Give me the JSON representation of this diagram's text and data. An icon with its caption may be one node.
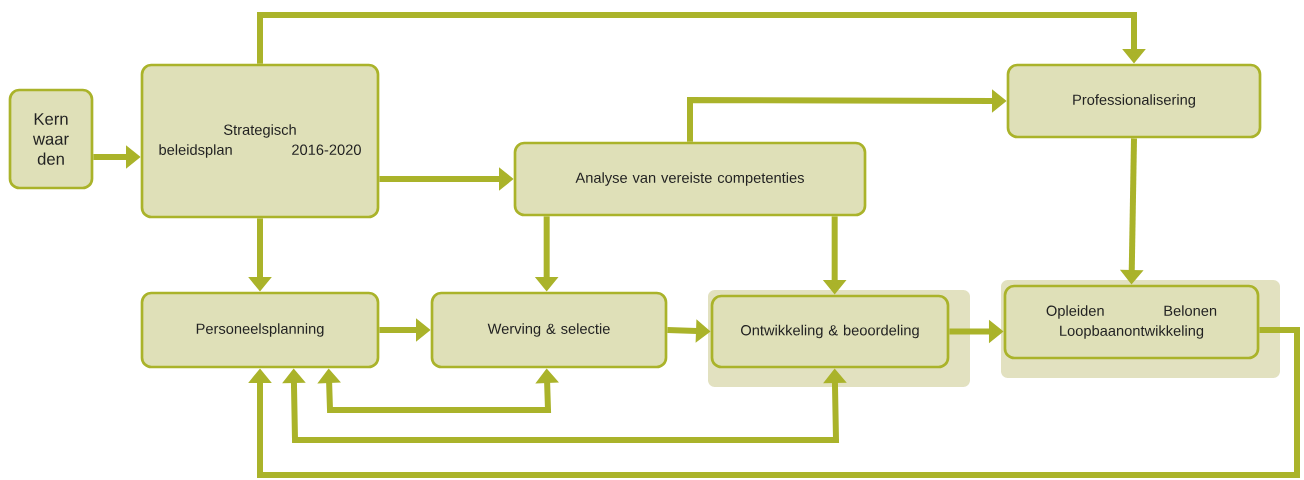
{
  "diagram": {
    "nodes": [
      {
        "text": [
          "Kern waar den"
        ]
      },
      {
        "text": [
          "Strategisch beleidsplan 2016-2020"
        ]
      },
      {
        "text": [
          "Analyse van vereiste competenties"
        ]
      },
      {
        "text": [
          "Professionalisering"
        ]
      },
      {
        "text": [
          "Personeelsplanning"
        ]
      },
      {
        "text": [
          "Werving & selectie"
        ]
      },
      {
        "text": [
          "Ontwikkeling & beoordeling"
        ]
      },
      {
        "text": [
          "Opleiden Belonen Loopbaanontwikkeling"
        ]
      }
    ],
    "edges": [
      {
        "from": 0,
        "to": 1,
        "arrow": "to"
      },
      {
        "from": 1,
        "to": 3,
        "arrow": "to"
      },
      {
        "from": 1,
        "to": 2,
        "arrow": "to"
      },
      {
        "from": 2,
        "to": 3,
        "arrow": "to"
      },
      {
        "from": 1,
        "to": 4,
        "arrow": "to"
      },
      {
        "from": 2,
        "to": 5,
        "arrow": "to"
      },
      {
        "from": 2,
        "to": 6,
        "arrow": "to"
      },
      {
        "from": 3,
        "to": 7,
        "arrow": "to"
      },
      {
        "from": 4,
        "to": 5,
        "arrow": "to"
      },
      {
        "from": 5,
        "to": 6,
        "arrow": "to"
      },
      {
        "from": 6,
        "to": 7,
        "arrow": "to"
      },
      {
        "from": 5,
        "to": 4,
        "arrow": "both"
      },
      {
        "from": 6,
        "to": 4,
        "arrow": "both"
      },
      {
        "from": 7,
        "to": 4,
        "arrow": "to"
      }
    ]
  }
}
